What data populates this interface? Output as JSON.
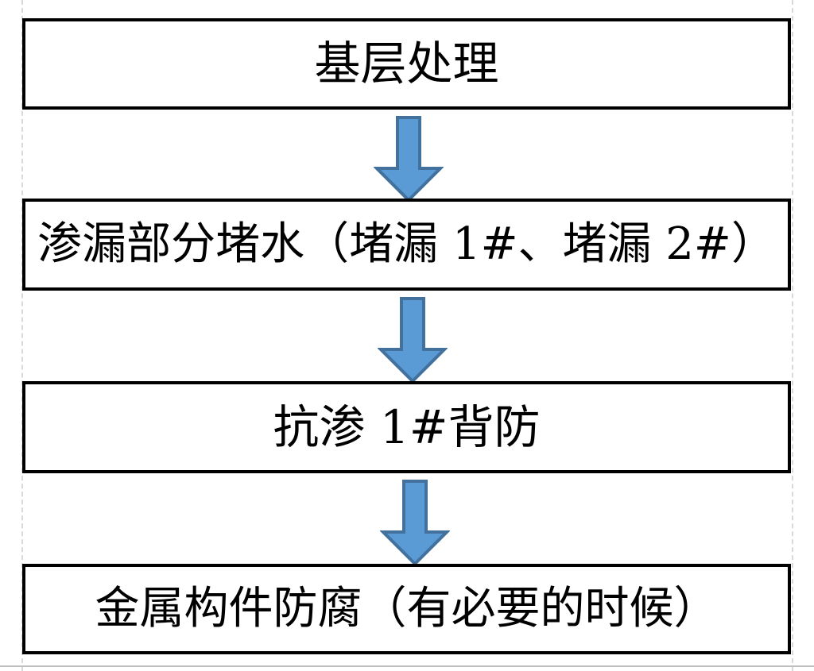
{
  "diagram": {
    "type": "flowchart",
    "orientation": "vertical",
    "title": "",
    "colors": {
      "box_border": "#000000",
      "box_fill": "#ffffff",
      "text": "#000000",
      "arrow_fill": "#5B9BD5",
      "arrow_border": "#41719C",
      "guide_line": "#d9d9d9",
      "bottom_rule": "#bfbfbf"
    },
    "steps": [
      {
        "id": "step-1",
        "label": "基层处理"
      },
      {
        "id": "step-2",
        "label": "渗漏部分堵水（堵漏 1#、堵漏 2#）"
      },
      {
        "id": "step-3",
        "label": "抗渗 1#背防"
      },
      {
        "id": "step-4",
        "label": "金属构件防腐（有必要的时候）"
      }
    ],
    "connectors": [
      {
        "id": "connector-1",
        "icon": "arrow-down-icon",
        "from": "step-1",
        "to": "step-2"
      },
      {
        "id": "connector-2",
        "icon": "arrow-down-icon",
        "from": "step-2",
        "to": "step-3"
      },
      {
        "id": "connector-3",
        "icon": "arrow-down-icon",
        "from": "step-3",
        "to": "step-4"
      }
    ]
  }
}
